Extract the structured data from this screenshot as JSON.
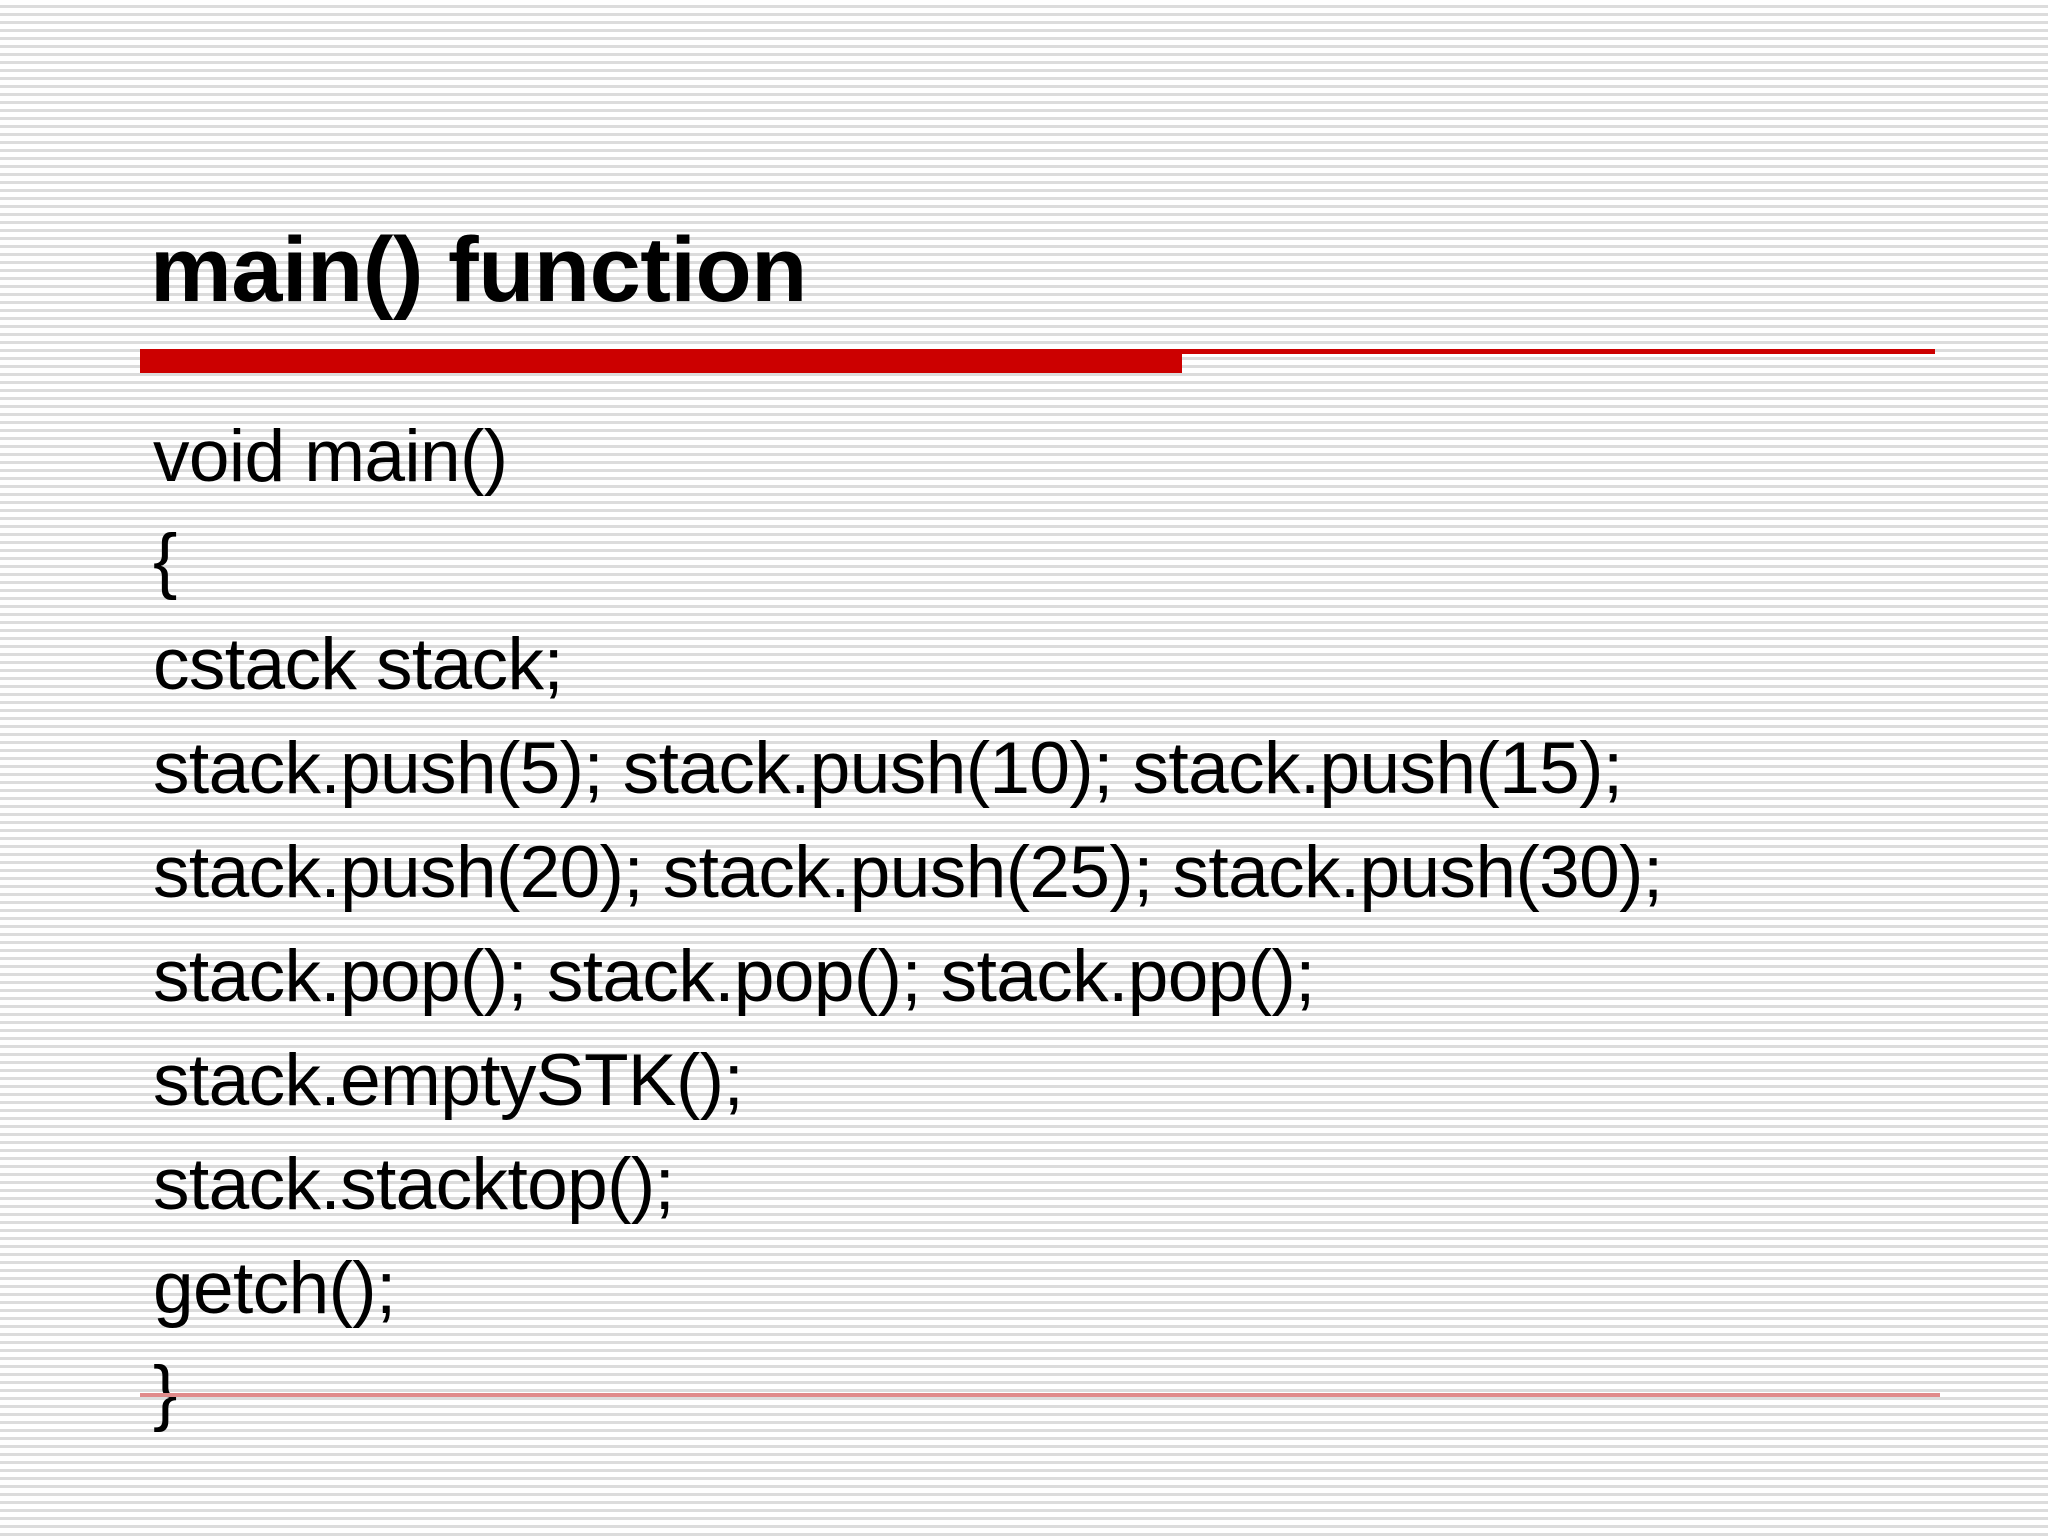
{
  "slide": {
    "title": "main() function",
    "accent_color_thick": "#cc0000",
    "accent_color_thin": "#cc0000",
    "bottom_rule_color": "#e08a8a",
    "background_stripe_color": "#dcdcdc",
    "background_base_color": "#ffffff",
    "text_color": "#000000"
  },
  "code": {
    "lines": [
      "void main()",
      "{",
      "cstack stack;",
      "stack.push(5); stack.push(10); stack.push(15);",
      "stack.push(20); stack.push(25); stack.push(30);",
      "stack.pop(); stack.pop(); stack.pop();",
      "stack.emptySTK();",
      "stack.stacktop();",
      "getch();",
      "}"
    ]
  }
}
